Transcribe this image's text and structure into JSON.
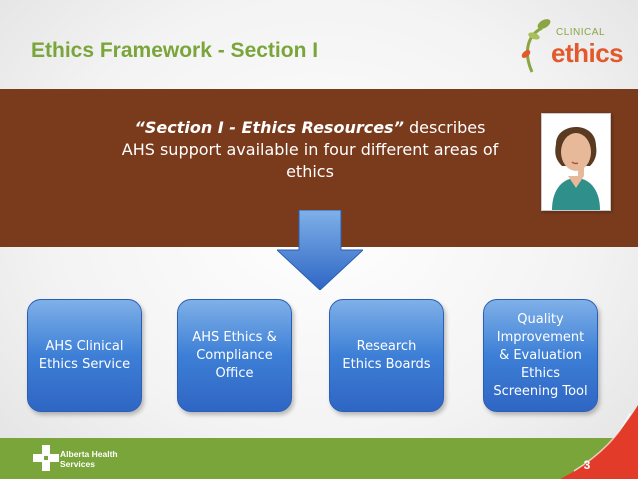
{
  "slide": {
    "title": "Ethics Framework - Section I",
    "logo": {
      "small": "CLINICAL",
      "large": "ethics"
    },
    "intro": {
      "emphasis": "“Section I - Ethics Resources”",
      "rest": " describes AHS support available in four different areas of ethics"
    },
    "boxes": [
      {
        "label": "AHS Clinical Ethics Service"
      },
      {
        "label": "AHS Ethics & Compliance Office"
      },
      {
        "label": "Research Ethics Boards"
      },
      {
        "label": "Quality Improvement & Evaluation Ethics Screening Tool"
      }
    ],
    "footer": {
      "org_line1": "Alberta Health",
      "org_line2": "Services",
      "page_number": "3"
    }
  },
  "colors": {
    "title_green": "#7aa53a",
    "band_brown": "#7a3a1c",
    "box_blue": "#3d7fd6",
    "accent_red": "#e23b2a",
    "logo_orange": "#e2592b"
  }
}
